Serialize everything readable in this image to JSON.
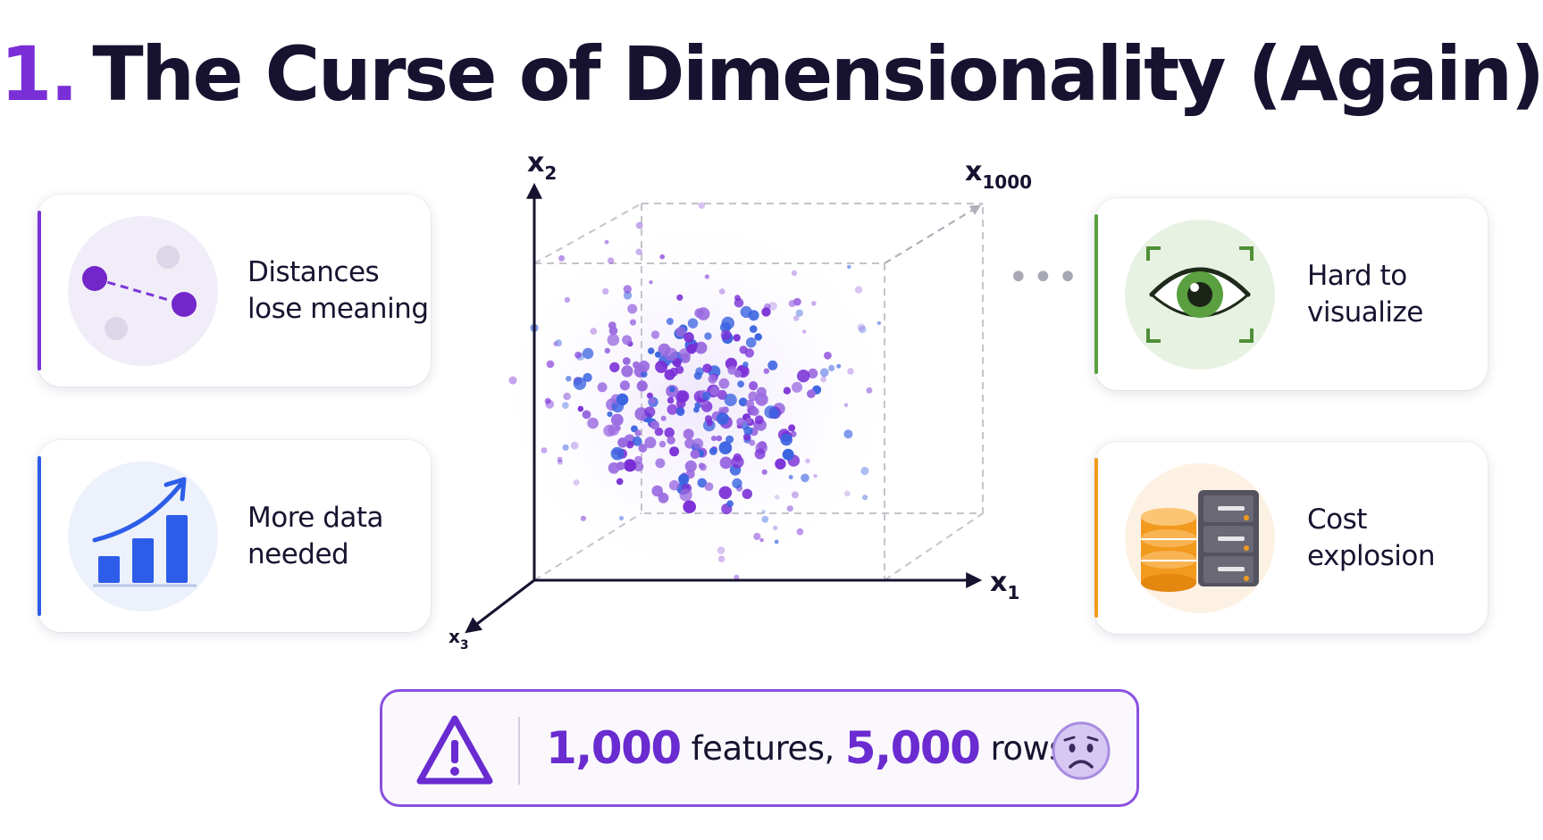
{
  "title": {
    "number": "1.",
    "text": "The Curse of Dimensionality (Again)"
  },
  "cards": {
    "distances": {
      "label": "Distances\nlose meaning",
      "icon": "connected-points-icon",
      "accent": "#7b35d8"
    },
    "more_data": {
      "label": "More data\nneeded",
      "icon": "growth-bar-chart-icon",
      "accent": "#2d5de8"
    },
    "visualize": {
      "label": "Hard to\nvisualize",
      "icon": "eye-icon",
      "accent": "#5aa040"
    },
    "cost": {
      "label": "Cost\nexplosion",
      "icon": "database-server-icon",
      "accent": "#f29a1e"
    }
  },
  "axes": {
    "x1": {
      "base": "x",
      "sub": "1"
    },
    "x2": {
      "base": "x",
      "sub": "2"
    },
    "x3": {
      "base": "x",
      "sub": "3"
    },
    "x1000": {
      "base": "x",
      "sub": "1000"
    }
  },
  "ellipsis": "•••",
  "banner": {
    "icon": "warning-triangle-icon",
    "features_count": "1,000",
    "features_word": "features,",
    "rows_count": "5,000",
    "rows_word": "rows",
    "face_icon": "worried-face-icon"
  },
  "colors": {
    "purple": "#7a2fd6",
    "blue": "#3a63e0",
    "ink": "#16122f"
  }
}
